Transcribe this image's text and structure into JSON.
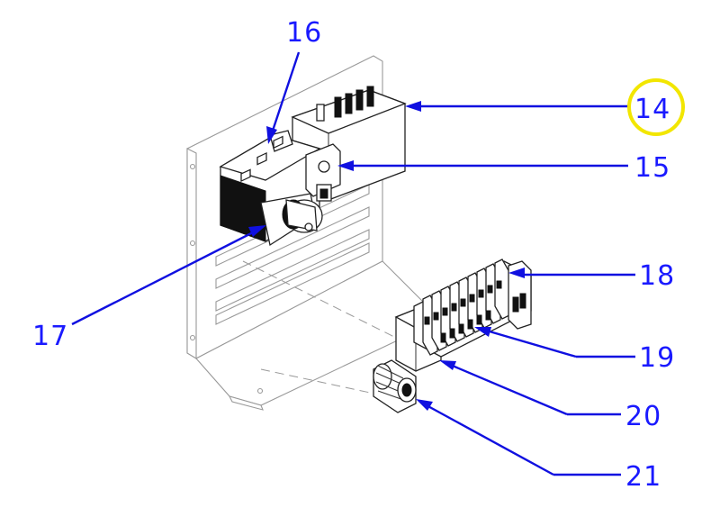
{
  "callouts": [
    {
      "id": "c14",
      "label": "14",
      "highlighted": true
    },
    {
      "id": "c15",
      "label": "15"
    },
    {
      "id": "c16",
      "label": "16"
    },
    {
      "id": "c17",
      "label": "17"
    },
    {
      "id": "c18",
      "label": "18"
    },
    {
      "id": "c19",
      "label": "19"
    },
    {
      "id": "c20",
      "label": "20"
    },
    {
      "id": "c21",
      "label": "21"
    }
  ],
  "colors": {
    "callout_text": "#1a1aff",
    "leader_line": "#1010e0",
    "highlight_ring": "#f2e600",
    "line_art": "#222222",
    "panel_outline": "#999999"
  }
}
